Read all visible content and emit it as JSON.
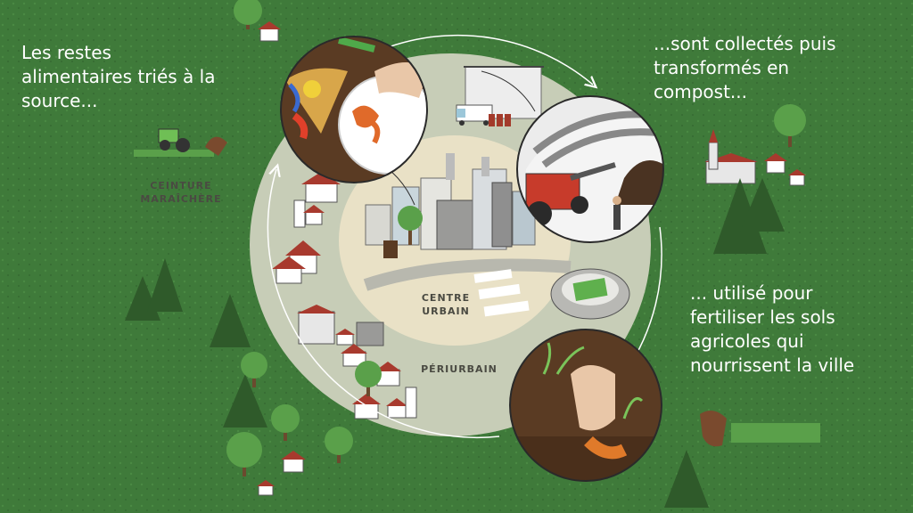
{
  "captions": {
    "step1": "Les restes\nalimentaires triés à la\nsource...",
    "step2": "...sont collectés puis\ntransformés en\ncompost...",
    "step3": "... utilisé pour\nfertiliser les sols\nagricoles qui\nnourrissent la ville"
  },
  "zones": {
    "belt": "CEINTURE\nMARAÎCHÈRE",
    "center": "CENTRE\nURBAIN",
    "periurban": "PÉRIURBAIN"
  },
  "colors": {
    "background": "#3f7a3a",
    "periurban_ring": "#c7cdb7",
    "urban_center": "#e9e1c6",
    "text": "#ffffff",
    "arrow": "#ffffff"
  },
  "icons": [
    "food-scraps-plate-icon",
    "compost-loader-icon",
    "carrot-harvest-icon",
    "tractor-icon",
    "truck-icon",
    "stadium-icon",
    "church-icon",
    "tree-icon",
    "house-icon"
  ]
}
